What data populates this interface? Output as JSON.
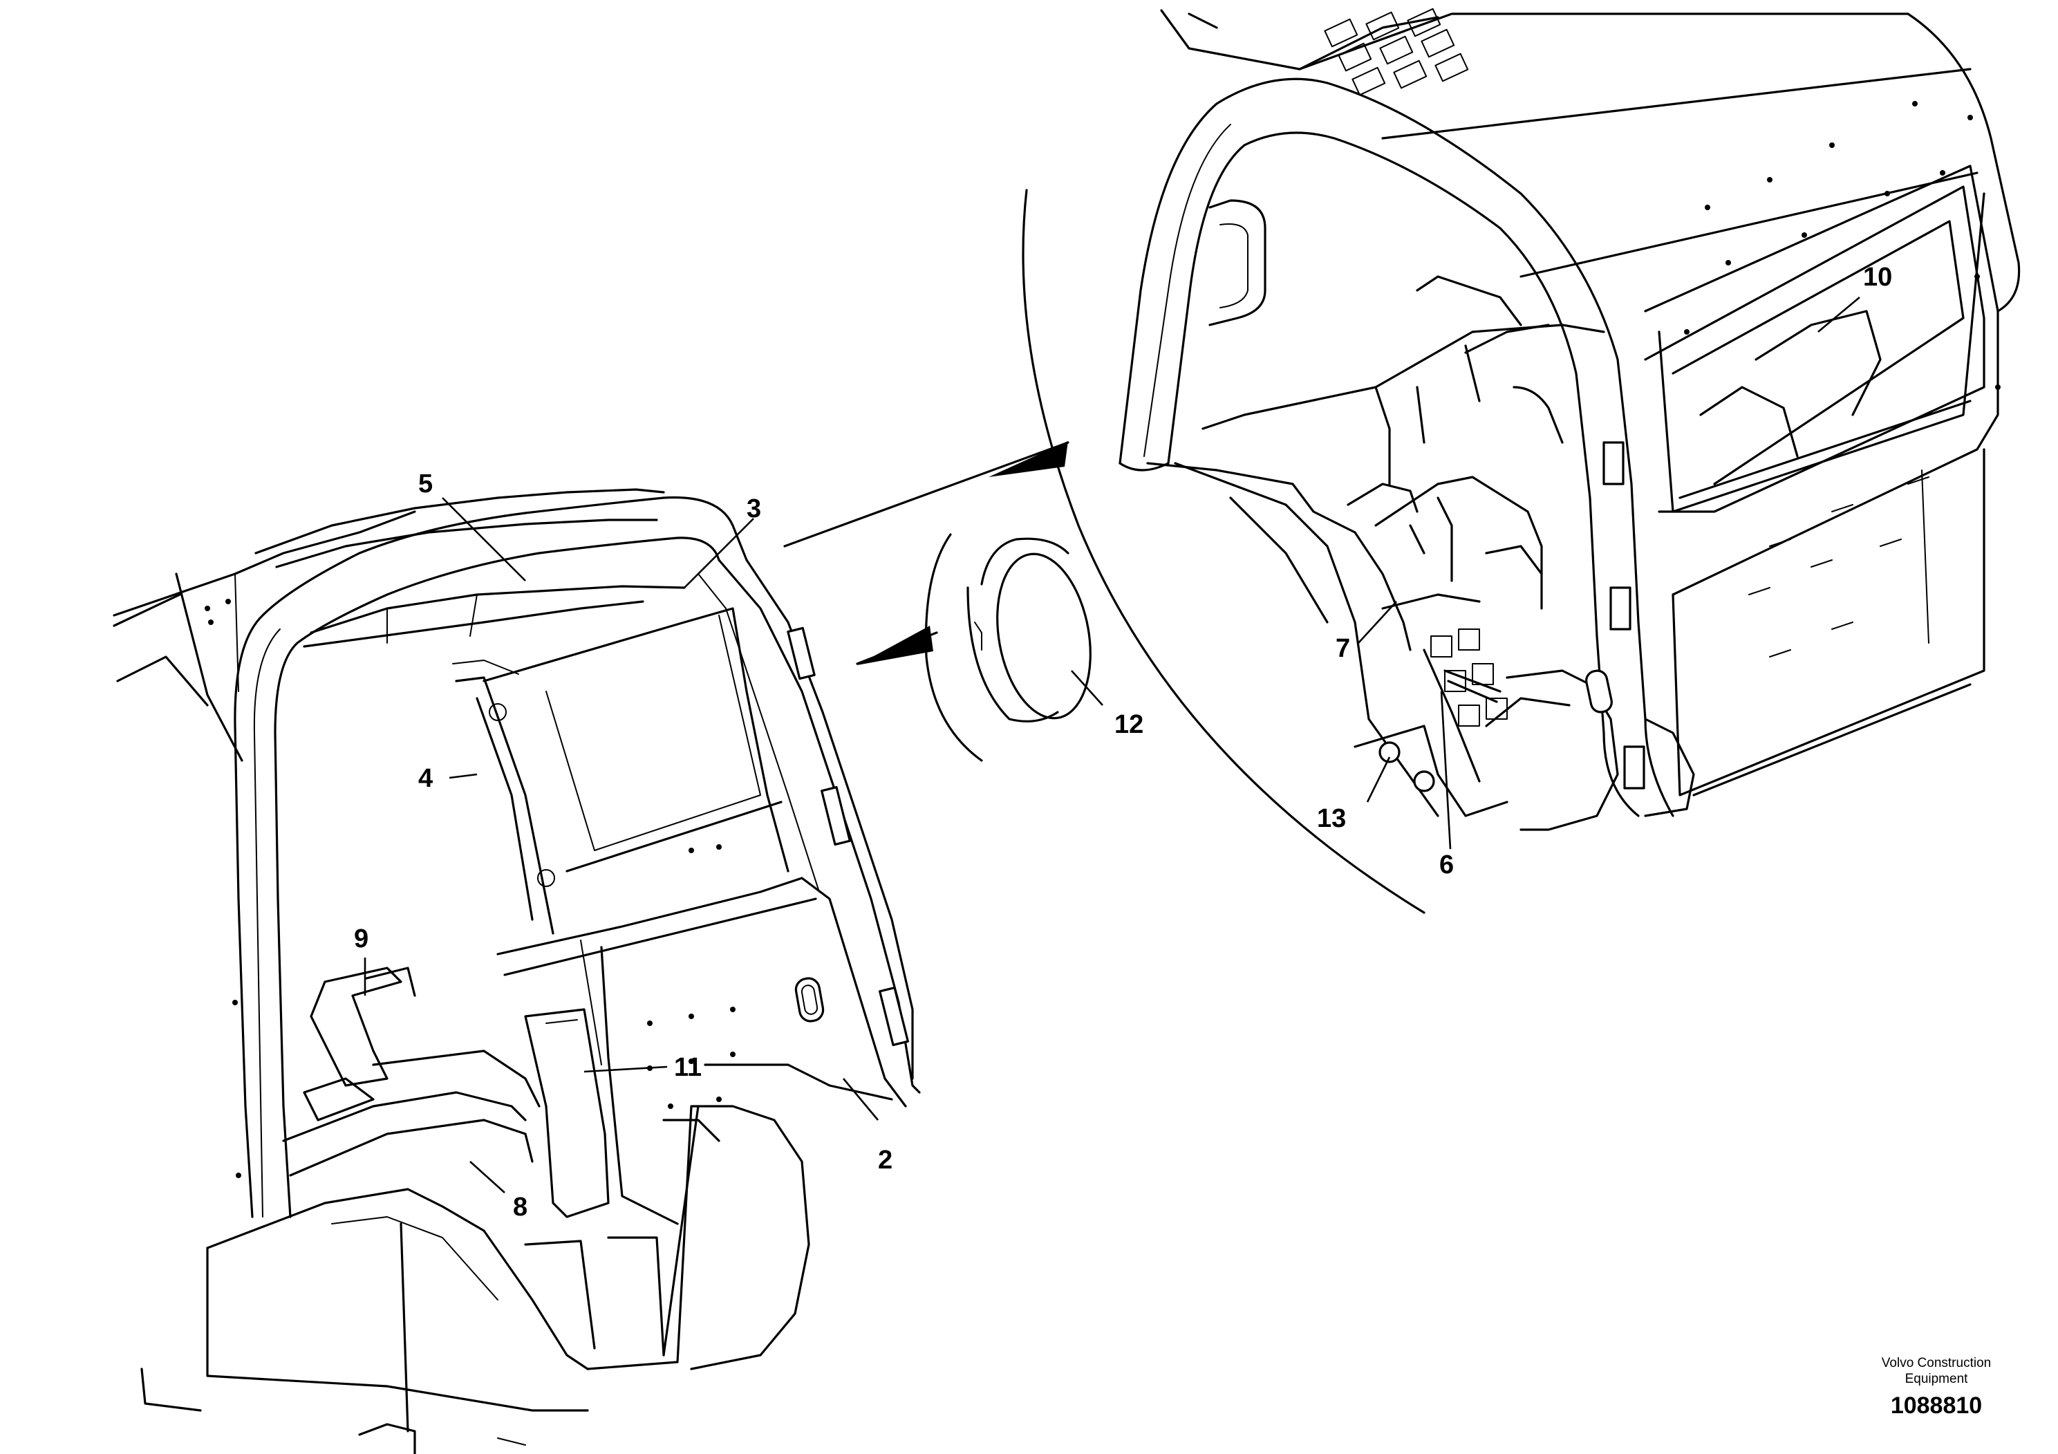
{
  "callouts": [
    {
      "id": "2",
      "label": "2"
    },
    {
      "id": "3",
      "label": "3"
    },
    {
      "id": "4",
      "label": "4"
    },
    {
      "id": "5",
      "label": "5"
    },
    {
      "id": "6",
      "label": "6"
    },
    {
      "id": "7",
      "label": "7"
    },
    {
      "id": "8",
      "label": "8"
    },
    {
      "id": "9",
      "label": "9"
    },
    {
      "id": "10",
      "label": "10"
    },
    {
      "id": "11",
      "label": "11"
    },
    {
      "id": "12",
      "label": "12"
    },
    {
      "id": "13",
      "label": "13"
    }
  ],
  "footer": {
    "manufacturer_line1": "Volvo Construction",
    "manufacturer_line2": "Equipment",
    "document_number": "1088810"
  },
  "colors": {
    "line": "#000000",
    "background": "#ffffff"
  }
}
